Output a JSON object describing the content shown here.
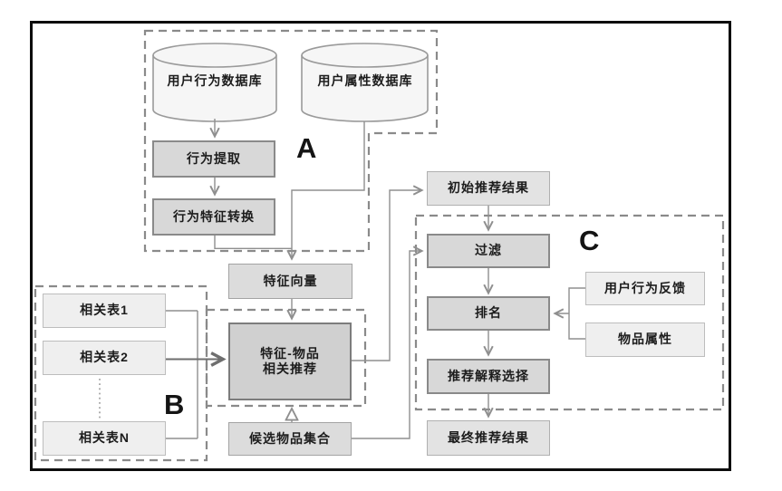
{
  "regions": {
    "a": "A",
    "b": "B",
    "c": "C"
  },
  "nodes": {
    "behavior_db": "用户行为数据库",
    "attribute_db": "用户属性数据库",
    "behavior_extract": "行为提取",
    "behavior_feature_convert": "行为特征转换",
    "feature_vector": "特征向量",
    "related_table_1": "相关表1",
    "related_table_2": "相关表2",
    "related_table_n": "相关表N",
    "feature_item_line1": "特征-物品",
    "feature_item_line2": "相关推荐",
    "candidate_item_set": "候选物品集合",
    "initial_result": "初始推荐结果",
    "filter": "过滤",
    "ranking": "排名",
    "explanation_select": "推荐解释选择",
    "final_result": "最终推荐结果",
    "user_behavior_feedback": "用户行为反馈",
    "item_attribute": "物品属性"
  },
  "colors": {
    "frame": "#0d0d0d",
    "dashed_region": "#8a8a8a",
    "connector": "#8f8f8f",
    "emphasis_connector": "#6e6e6e",
    "process_fill": "#d8d8d8",
    "process_border": "#8a8a8a",
    "core_fill": "#d0d0d0",
    "core_border": "#7c7c7c",
    "light_fill": "#e3e3e3",
    "pale_fill": "#efefef",
    "cylinder_fill": "#f6f6f6",
    "text": "#1c1c1c"
  }
}
